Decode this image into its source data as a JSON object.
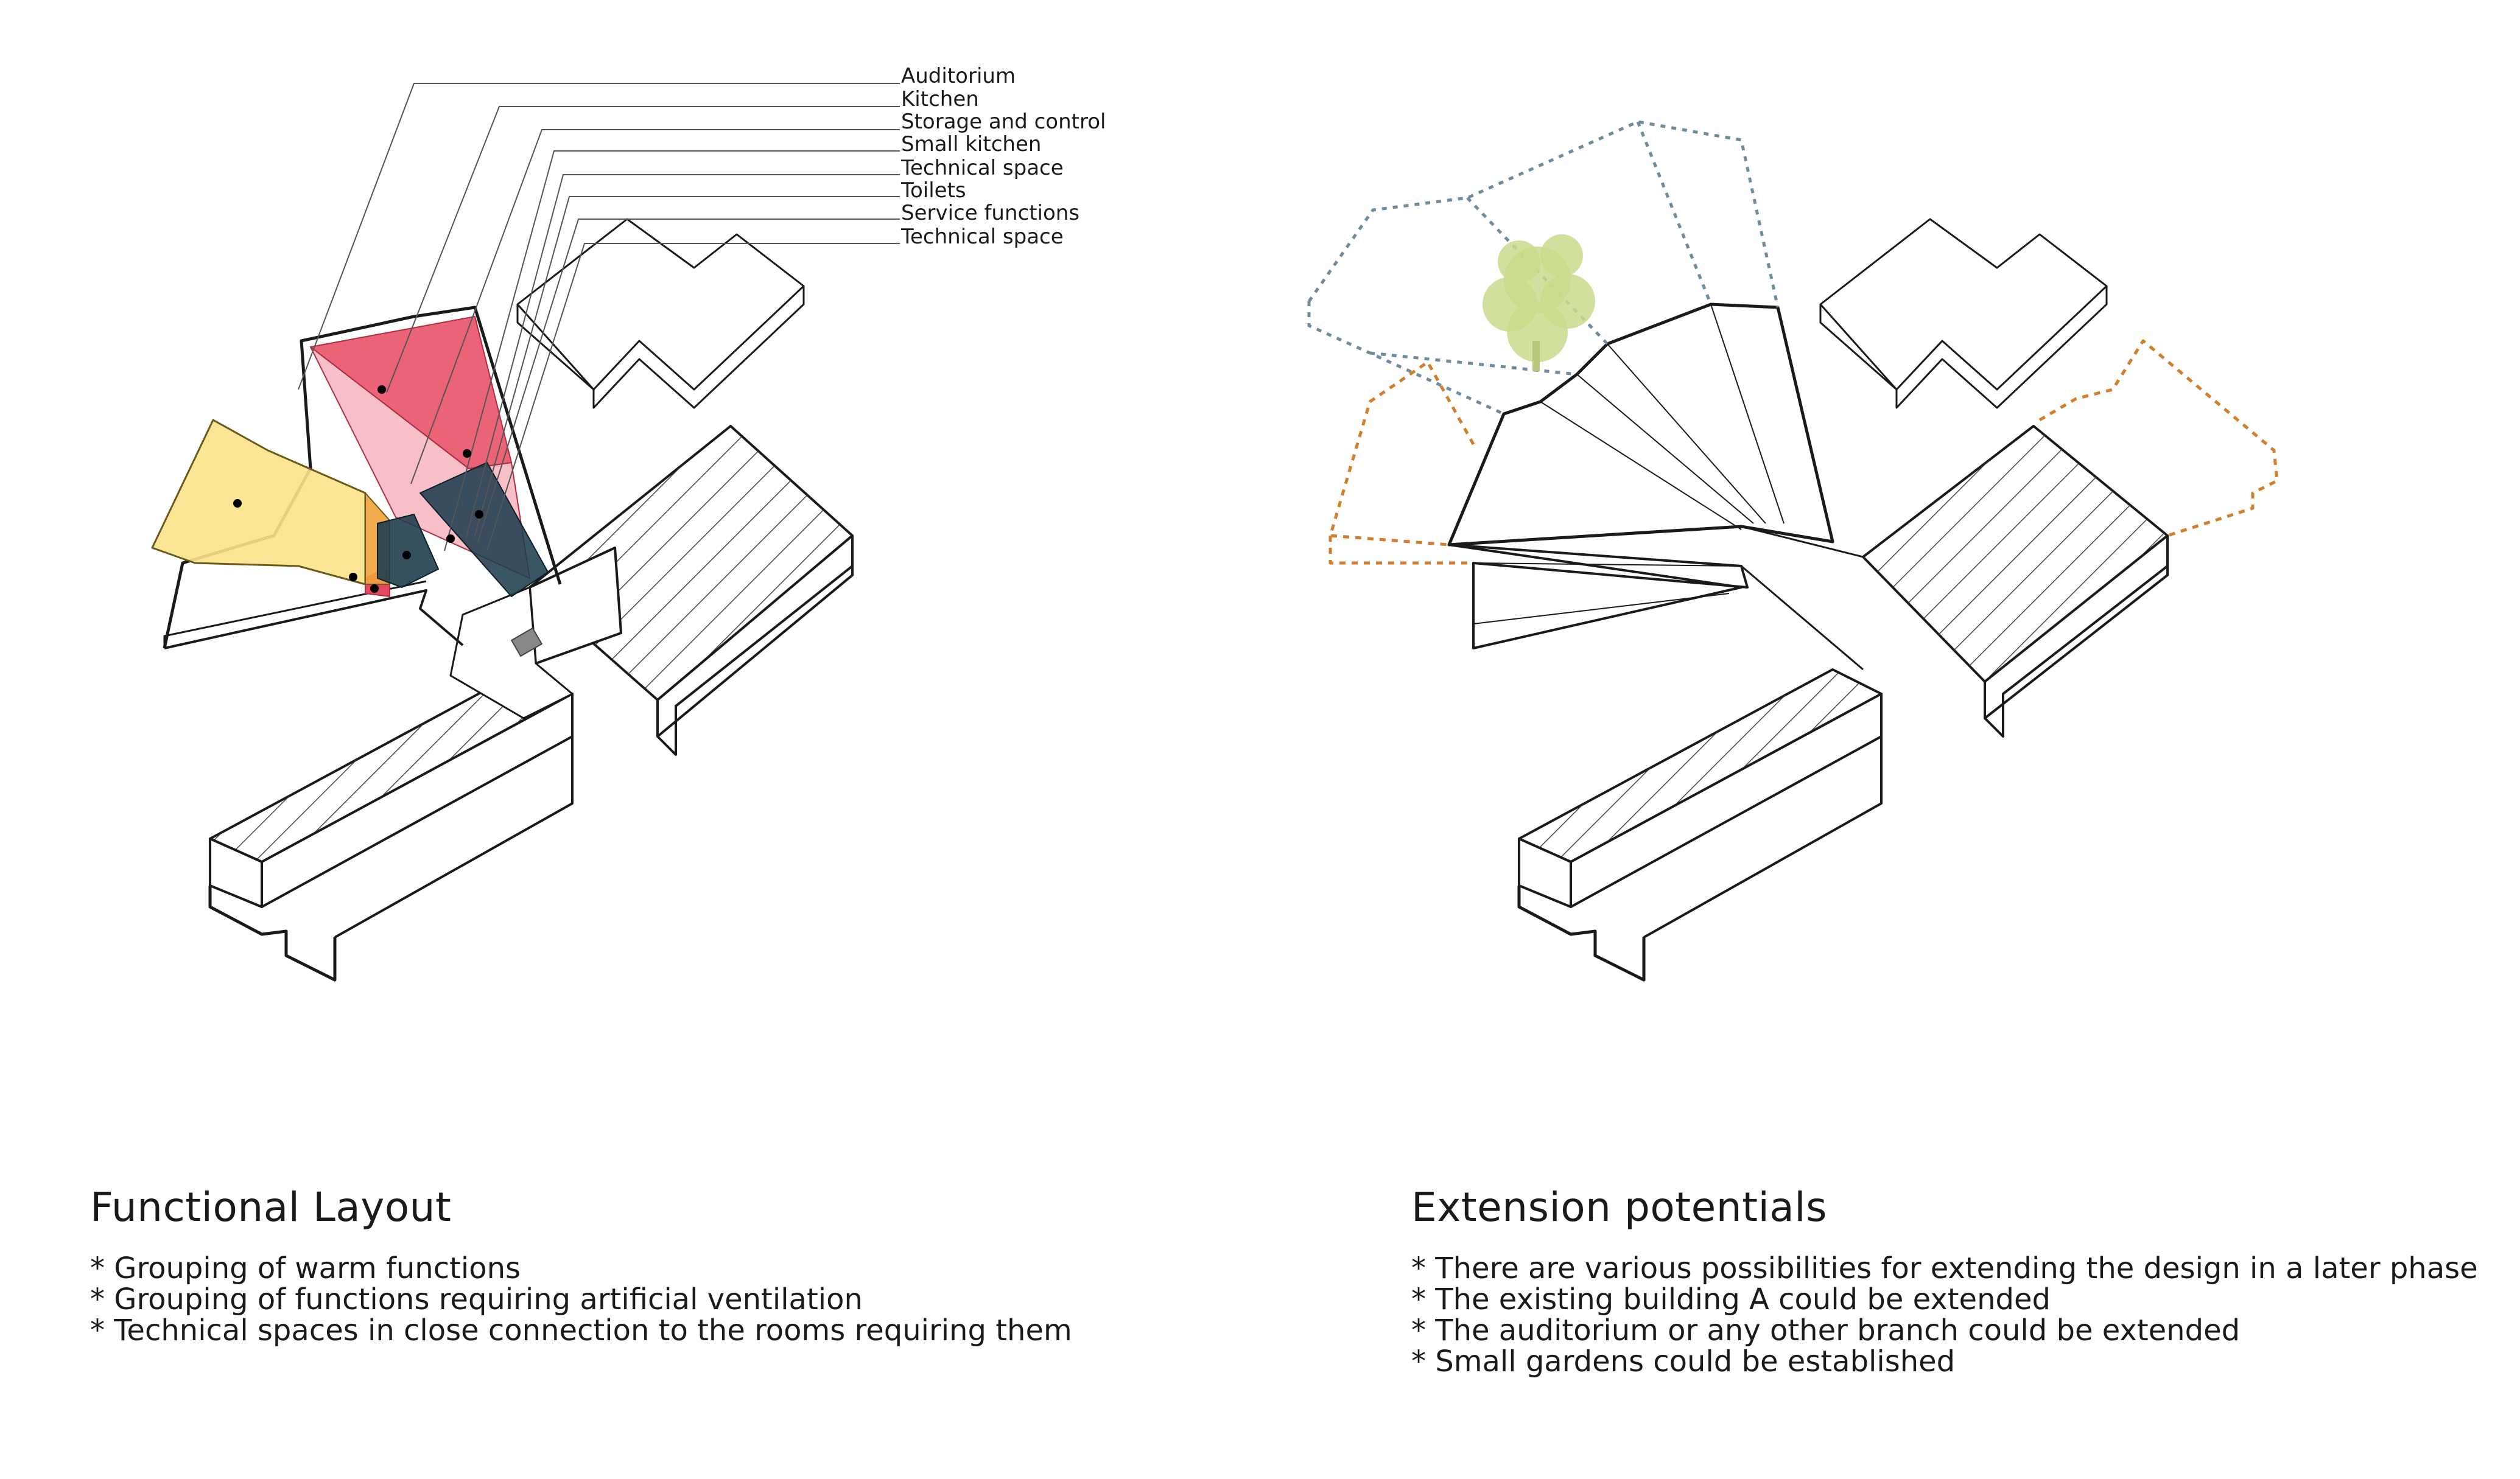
{
  "functional_layout": {
    "title": "Functional Layout",
    "legend": [
      {
        "label": "Auditorium"
      },
      {
        "label": "Kitchen"
      },
      {
        "label": "Storage and control"
      },
      {
        "label": "Small kitchen"
      },
      {
        "label": "Technical space"
      },
      {
        "label": "Toilets"
      },
      {
        "label": "Service functions"
      },
      {
        "label": "Technical space"
      }
    ],
    "bullets": [
      "* Grouping of warm functions",
      "* Grouping of functions requiring artificial ventilation",
      "* Technical spaces in close connection to the rooms requiring them"
    ]
  },
  "extension_potentials": {
    "title": "Extension potentials",
    "bullets": [
      "* There are various possibilities for extending the design in a later phase",
      "* The existing building A could be extended",
      "* The auditorium or any other branch could be extended",
      "* Small gardens could be established"
    ]
  },
  "colors": {
    "warm_zone": "#e8485e",
    "yellow_zone": "#fbe38a",
    "ventilation_zone": "#1f3e4e",
    "orange_zone": "#f2a33a",
    "extension_blue": "#6e8d9c",
    "extension_orange": "#d27e2a",
    "tree": "#c9dc8c"
  },
  "icons": {
    "tree": "tree-icon"
  }
}
